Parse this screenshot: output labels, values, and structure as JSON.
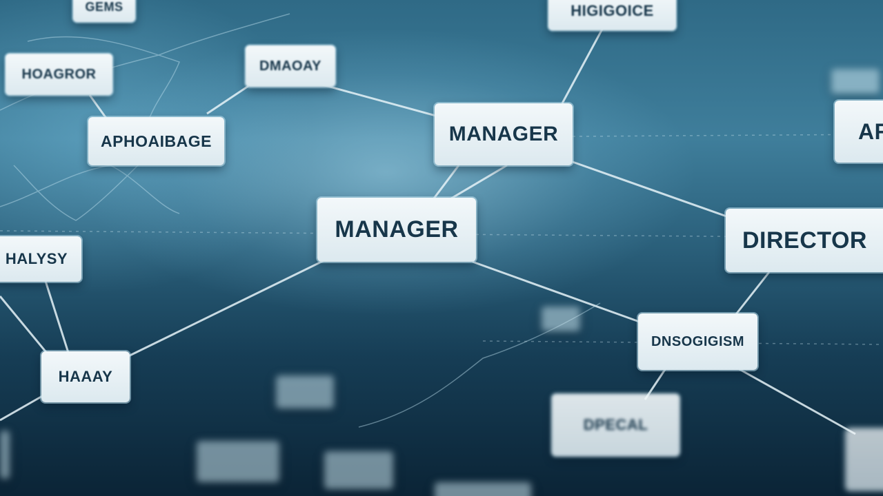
{
  "nodes": {
    "top_left_label": "GEMS",
    "top_right_label": "HIGIGOICE",
    "upper_left_label": "HOAGROR",
    "upper_mid_label": "DMAOAY",
    "manager_upper": "MANAGER",
    "right_edge_label": "AR",
    "left_mid_label": "APHOAIBAGE",
    "manager_center": "MANAGER",
    "director": "DIRECTOR",
    "left_edge_label": "HALYSY",
    "right_lower_label": "DNSOGIGISM",
    "lower_left_label": "HAAAY",
    "bottom_mid_label": "DPECAL"
  }
}
